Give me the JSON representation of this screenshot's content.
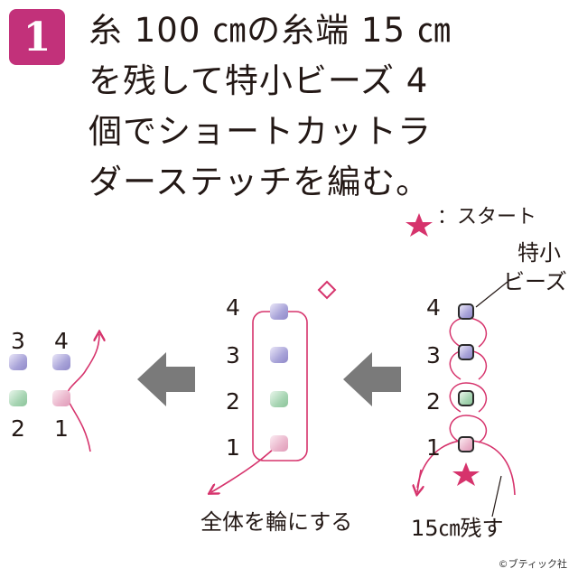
{
  "step": {
    "number": "1"
  },
  "instruction_lines": [
    "糸 100 ㎝の糸端 15 ㎝",
    "を残して特小ビーズ 4",
    "個でショートカットラ",
    "ダーステッチを編む。"
  ],
  "legend": {
    "star_label": "：スタート"
  },
  "labels": {
    "bead_type": [
      "特小",
      "ビーズ"
    ],
    "make_loop": "全体を輪にする",
    "leave_tail": "15㎝残す"
  },
  "bead_numbers": [
    "1",
    "2",
    "3",
    "4"
  ],
  "copyright": "©ブティック社",
  "colors": {
    "accent_magenta": "#c2317a",
    "thread_pink": "#d6336c",
    "arrow_gray": "#777777",
    "bead_purple": "#a8a3d8",
    "bead_green": "#a6d4b2",
    "bead_pink": "#eab5cb"
  }
}
